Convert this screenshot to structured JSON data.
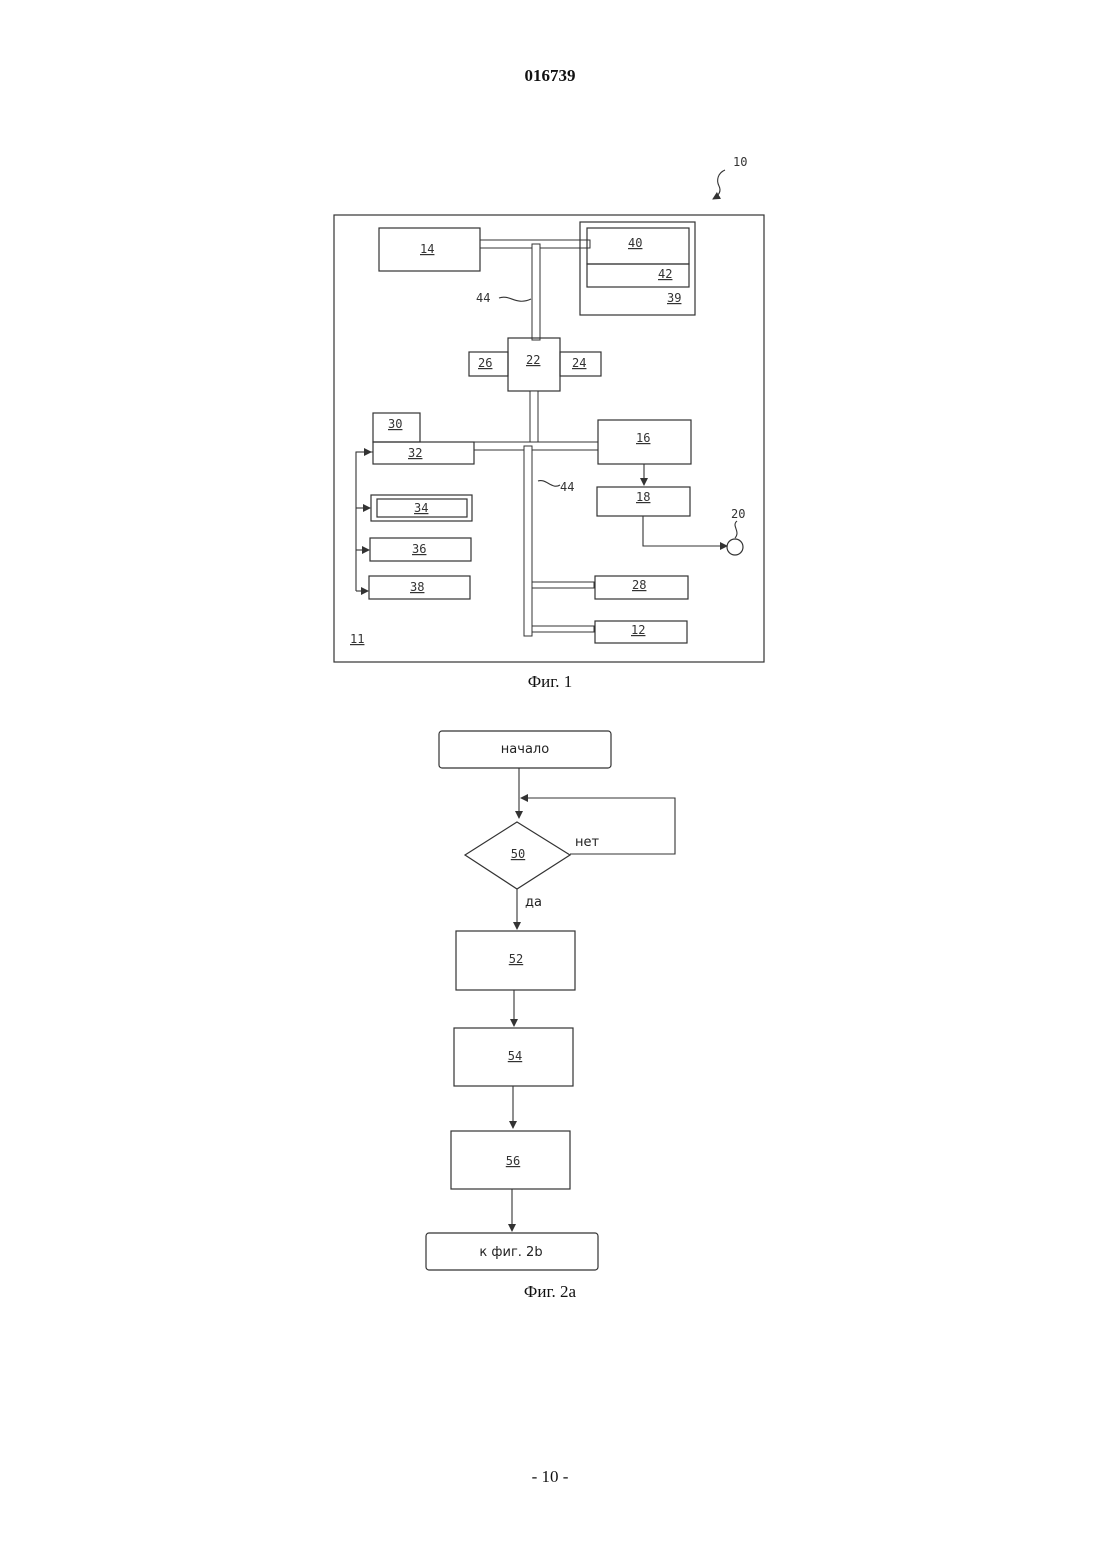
{
  "document": {
    "number": "016739",
    "page_number": "- 10 -"
  },
  "figure1": {
    "caption": "Фиг. 1",
    "labels": {
      "system": "10",
      "housing": "11",
      "block_12": "12",
      "block_14": "14",
      "block_16": "16",
      "block_18": "18",
      "output_20": "20",
      "block_22": "22",
      "block_24": "24",
      "block_26": "26",
      "block_28": "28",
      "block_30": "30",
      "block_32": "32",
      "block_34": "34",
      "block_36": "36",
      "block_38": "38",
      "block_39": "39",
      "block_40": "40",
      "block_42": "42",
      "bus_44_top": "44",
      "bus_44_bottom": "44"
    }
  },
  "figure2a": {
    "caption": "Фиг. 2а",
    "start": "начало",
    "decision": "50",
    "no_label": "нет",
    "yes_label": "да",
    "step_52": "52",
    "step_54": "54",
    "step_56": "56",
    "end": "к фиг. 2b"
  }
}
